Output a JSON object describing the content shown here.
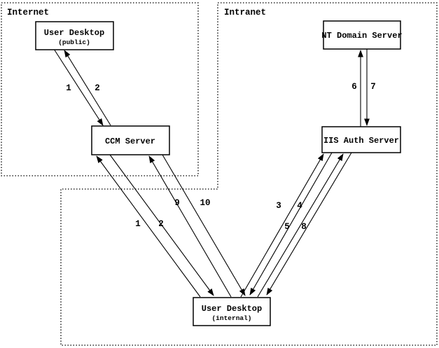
{
  "diagram": {
    "type": "network-authentication-flow",
    "colors": {
      "background": "#ffffff",
      "line": "#000000",
      "box_fill": "#ffffff"
    },
    "regions": [
      {
        "label": "Internet"
      },
      {
        "label": "Intranet"
      }
    ],
    "nodes": [
      {
        "id": "user-desktop-public",
        "label": "User Desktop",
        "sublabel": "(public)",
        "region": "Internet"
      },
      {
        "id": "ccm-server",
        "label": "CCM Server",
        "sublabel": "",
        "region": "Internet"
      },
      {
        "id": "nt-domain-server",
        "label": "NT Domain Server",
        "sublabel": "",
        "region": "Intranet"
      },
      {
        "id": "iis-auth-server",
        "label": "IIS Auth Server",
        "sublabel": "",
        "region": "Intranet"
      },
      {
        "id": "user-desktop-internal",
        "label": "User Desktop",
        "sublabel": "(internal)",
        "region": "Intranet"
      }
    ],
    "flows": [
      {
        "label": "1",
        "from": "User Desktop (public)",
        "to": "CCM Server"
      },
      {
        "label": "2",
        "from": "CCM Server",
        "to": "User Desktop (public)"
      },
      {
        "label": "6",
        "from": "IIS Auth Server",
        "to": "NT Domain Server"
      },
      {
        "label": "7",
        "from": "NT Domain Server",
        "to": "IIS Auth Server"
      },
      {
        "label": "1",
        "from": "User Desktop (internal)",
        "to": "CCM Server"
      },
      {
        "label": "2",
        "from": "CCM Server",
        "to": "User Desktop (internal)"
      },
      {
        "label": "9",
        "from": "User Desktop (internal)",
        "to": "CCM Server"
      },
      {
        "label": "10",
        "from": "CCM Server",
        "to": "User Desktop (internal)"
      },
      {
        "label": "3",
        "from": "User Desktop (internal)",
        "to": "IIS Auth Server"
      },
      {
        "label": "4",
        "from": "IIS Auth Server",
        "to": "User Desktop (internal)"
      },
      {
        "label": "5",
        "from": "User Desktop (internal)",
        "to": "IIS Auth Server"
      },
      {
        "label": "8",
        "from": "IIS Auth Server",
        "to": "User Desktop (internal)"
      }
    ]
  }
}
